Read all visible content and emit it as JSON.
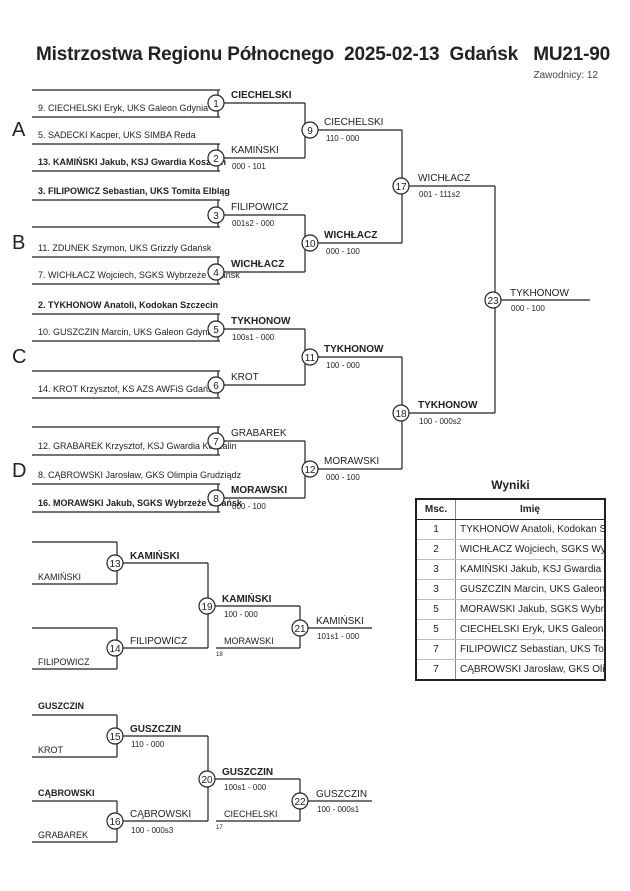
{
  "title": "Mistrzostwa Regionu Północnego  2025-02-13  Gdańsk   MU21-90",
  "subtitle": "Zawodnicy: 12",
  "groups": [
    "A",
    "B",
    "C",
    "D"
  ],
  "entrants": [
    {
      "text": "9. CIECHELSKI Eryk, UKS Galeon Gdynia",
      "bold": false
    },
    {
      "text": "5. SADECKI Kacper, UKS SIMBA Reda",
      "bold": false
    },
    {
      "text": "13. KAMIŃSKI Jakub, KSJ Gwardia Koszalin",
      "bold": true
    },
    {
      "text": "3. FILIPOWICZ Sebastian, UKS Tomita Elbląg",
      "bold": true
    },
    {
      "text": "11. ZDUNEK Szymon, UKS Grizzly Gdańsk",
      "bold": false
    },
    {
      "text": "7. WICHŁACZ Wojciech, SGKS Wybrzeże Gdańsk",
      "bold": false
    },
    {
      "text": "2. TYKHONOW Anatoli, Kodokan Szczecin",
      "bold": true
    },
    {
      "text": "10. GUSZCZIN Marcin, UKS Galeon Gdynia",
      "bold": false
    },
    {
      "text": "14. KROT Krzysztof, KS AZS AWFiS Gdańsk",
      "bold": false
    },
    {
      "text": "12. GRABAREK Krzysztof, KSJ Gwardia Koszalin",
      "bold": false
    },
    {
      "text": "8. CĄBROWSKI Jarosław, GKS Olimpia Grudziądz",
      "bold": false
    },
    {
      "text": "16. MORAWSKI Jakub, SGKS Wybrzeże Gdańsk",
      "bold": true
    }
  ],
  "matches": [
    {
      "n": "1",
      "winner": "CIECHELSKI",
      "bold": true,
      "score": ""
    },
    {
      "n": "2",
      "winner": "KAMIŃSKI",
      "bold": false,
      "score": "000 - 101"
    },
    {
      "n": "3",
      "winner": "FILIPOWICZ",
      "bold": false,
      "score": "001s2 - 000"
    },
    {
      "n": "4",
      "winner": "WICHŁACZ",
      "bold": true,
      "score": ""
    },
    {
      "n": "5",
      "winner": "TYKHONOW",
      "bold": true,
      "score": "100s1 - 000"
    },
    {
      "n": "6",
      "winner": "KROT",
      "bold": false,
      "score": ""
    },
    {
      "n": "7",
      "winner": "GRABAREK",
      "bold": false,
      "score": ""
    },
    {
      "n": "8",
      "winner": "MORAWSKI",
      "bold": true,
      "score": "000 - 100"
    },
    {
      "n": "9",
      "winner": "CIECHELSKI",
      "bold": false,
      "score": "110 - 000"
    },
    {
      "n": "10",
      "winner": "WICHŁACZ",
      "bold": true,
      "score": "000 - 100"
    },
    {
      "n": "11",
      "winner": "TYKHONOW",
      "bold": true,
      "score": "100 - 000"
    },
    {
      "n": "12",
      "winner": "MORAWSKI",
      "bold": false,
      "score": "000 - 100"
    },
    {
      "n": "17",
      "winner": "WICHŁACZ",
      "bold": false,
      "score": "001 - 111s2"
    },
    {
      "n": "18",
      "winner": "TYKHONOW",
      "bold": true,
      "score": "100 - 000s2"
    },
    {
      "n": "23",
      "winner": "TYKHONOW",
      "bold": false,
      "score": "000 - 100"
    }
  ],
  "repechage": [
    {
      "top": {
        "name": "",
        "bold": false
      },
      "bottom": {
        "name": "KAMIŃSKI",
        "bold": false
      },
      "m1": {
        "n": "13",
        "winner": "KAMIŃSKI",
        "bold": true,
        "score": ""
      },
      "other": {
        "name": "",
        "bold": false
      },
      "otherBottom": {
        "name": "FILIPOWICZ",
        "bold": false
      },
      "m2": {
        "n": "14",
        "winner": "FILIPOWICZ",
        "bold": false,
        "score": ""
      },
      "m3": {
        "n": "19",
        "winner": "KAMIŃSKI",
        "bold": true,
        "score": "100 - 000"
      },
      "entry": {
        "name": "MORAWSKI",
        "bold": false,
        "ref": "18"
      },
      "m4": {
        "n": "21",
        "winner": "KAMIŃSKI",
        "bold": false,
        "score": "101s1 - 000"
      }
    },
    {
      "top": {
        "name": "GUSZCZIN",
        "bold": true
      },
      "bottom": {
        "name": "KROT",
        "bold": false
      },
      "m1": {
        "n": "15",
        "winner": "GUSZCZIN",
        "bold": true,
        "score": "110 - 000"
      },
      "other": {
        "name": "CĄBROWSKI",
        "bold": true
      },
      "otherBottom": {
        "name": "GRABAREK",
        "bold": false
      },
      "m2": {
        "n": "16",
        "winner": "CĄBROWSKI",
        "bold": false,
        "score": "100 - 000s3"
      },
      "m3": {
        "n": "20",
        "winner": "GUSZCZIN",
        "bold": true,
        "score": "100s1 - 000"
      },
      "entry": {
        "name": "CIECHELSKI",
        "bold": false,
        "ref": "17"
      },
      "m4": {
        "n": "22",
        "winner": "GUSZCZIN",
        "bold": false,
        "score": "100 - 000s1"
      }
    }
  ],
  "results": {
    "title": "Wyniki",
    "headers": [
      "Msc.",
      "Imię"
    ],
    "rows": [
      [
        "1",
        "TYKHONOW Anatoli, Kodokan Szczecin"
      ],
      [
        "2",
        "WICHŁACZ Wojciech, SGKS Wybrzeże Gdańsk"
      ],
      [
        "3",
        "KAMIŃSKI Jakub, KSJ Gwardia Koszalin"
      ],
      [
        "3",
        "GUSZCZIN Marcin, UKS Galeon Gdynia"
      ],
      [
        "5",
        "MORAWSKI Jakub, SGKS Wybrzeże Gdańsk"
      ],
      [
        "5",
        "CIECHELSKI Eryk, UKS Galeon Gdynia"
      ],
      [
        "7",
        "FILIPOWICZ Sebastian, UKS Tomita Elbląg"
      ],
      [
        "7",
        "CĄBROWSKI Jarosław, GKS Olimpia Grudziądz"
      ]
    ]
  }
}
